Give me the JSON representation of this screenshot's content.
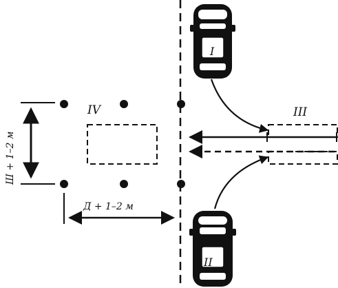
{
  "labels": {
    "zone_iii": "III",
    "zone_iv": "IV",
    "car_one": "I",
    "car_two": "II",
    "width_dimension": "Ш + 1–2 м",
    "length_dimension": "Д + 1–2 м"
  },
  "colors": {
    "ink": "#111111",
    "car_window": "#ffffff"
  }
}
